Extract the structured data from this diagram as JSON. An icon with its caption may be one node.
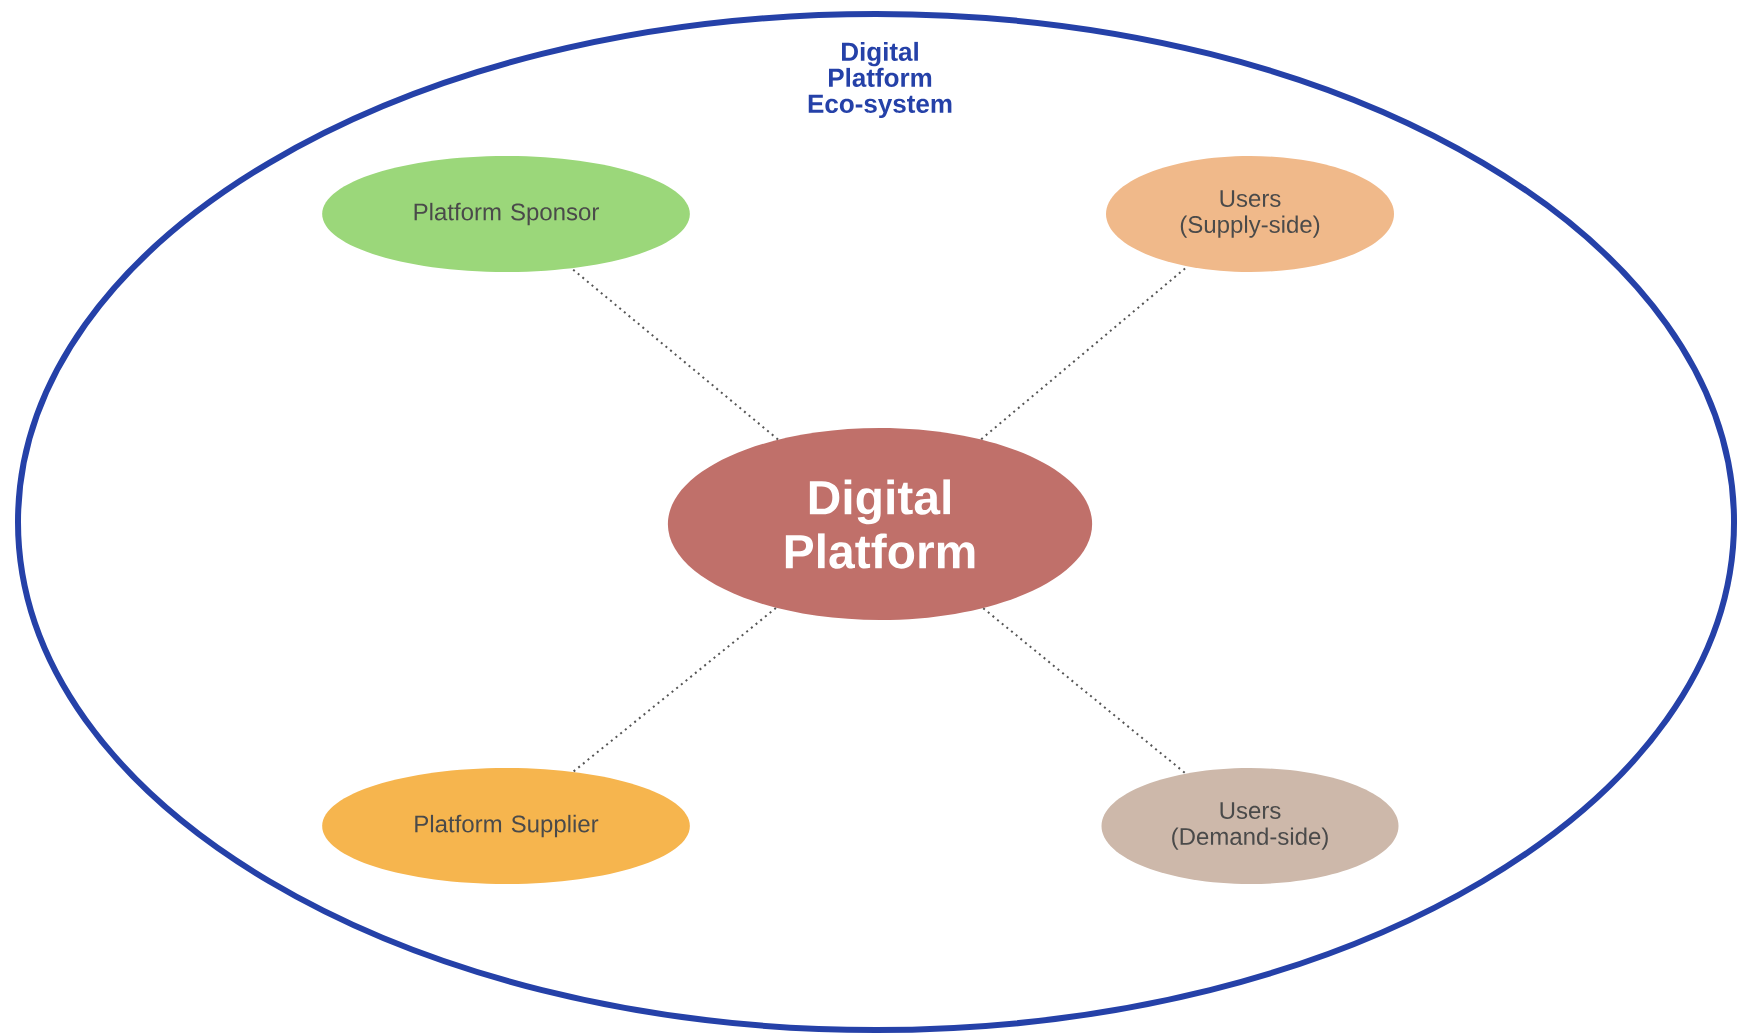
{
  "diagram": {
    "nodes": [
      {
        "text": [
          "Digital Platform Eco-system"
        ]
      },
      {
        "text": [
          "Platform Sponsor"
        ],
        "in": 0
      },
      {
        "text": [
          "Users (Supply-side)"
        ],
        "in": 0
      },
      {
        "text": [
          "Digital Platform"
        ],
        "in": 0
      },
      {
        "text": [
          "Platform Supplier"
        ],
        "in": 0
      },
      {
        "text": [
          "Users (Demand-side)"
        ],
        "in": 0
      }
    ],
    "edges": [
      {
        "from": 3,
        "to": 1,
        "arrow": "none"
      },
      {
        "from": 3,
        "to": 2,
        "arrow": "none"
      },
      {
        "from": 3,
        "to": 4,
        "arrow": "none"
      },
      {
        "from": 3,
        "to": 5,
        "arrow": "none"
      }
    ]
  }
}
